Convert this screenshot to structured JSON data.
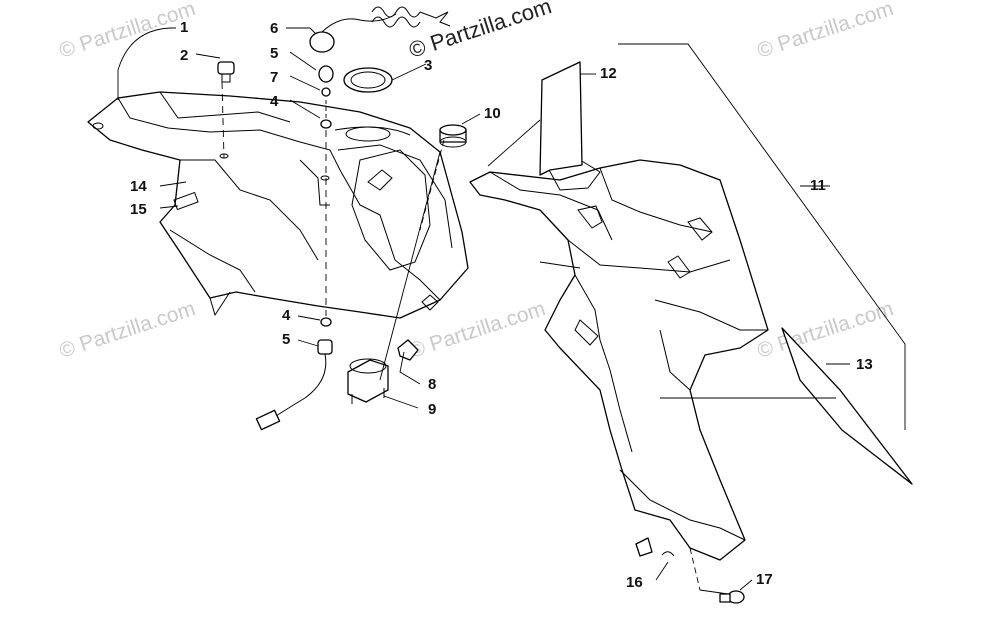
{
  "watermark": {
    "main": "© Partzilla.com",
    "faint": "© Partzilla.com"
  },
  "callouts": {
    "c1": "1",
    "c2": "2",
    "c3": "3",
    "c4a": "4",
    "c4b": "4",
    "c5a": "5",
    "c5b": "5",
    "c6": "6",
    "c7": "7",
    "c8": "8",
    "c9": "9",
    "c10": "10",
    "c11": "11",
    "c12": "12",
    "c13": "13",
    "c14": "14",
    "c15": "15",
    "c16": "16",
    "c17": "17"
  }
}
